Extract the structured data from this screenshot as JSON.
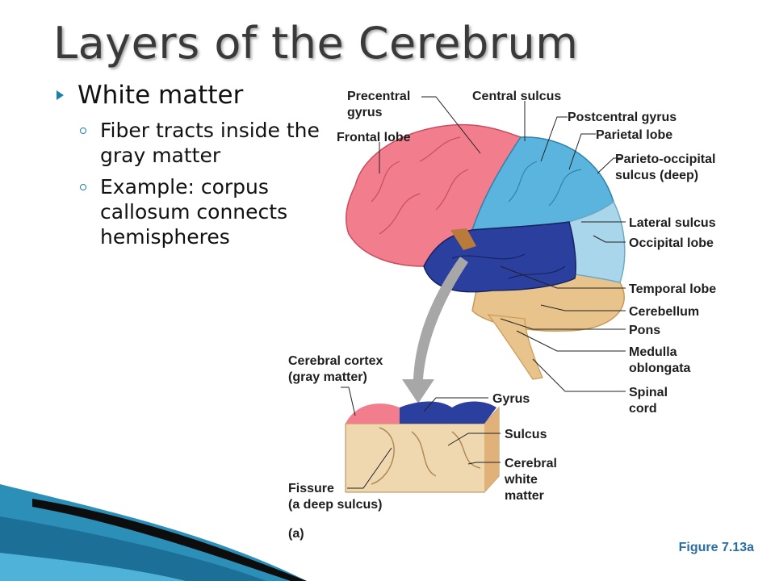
{
  "slide": {
    "title": "Layers of the Cerebrum",
    "bullet": "White matter",
    "sub_bullets": [
      "Fiber tracts inside the gray matter",
      "Example: corpus callosum connects hemispheres"
    ],
    "caption": "Figure 7.13a"
  },
  "figure": {
    "labels": {
      "precentral_gyrus": [
        "Precentral",
        "gyrus"
      ],
      "frontal_lobe": "Frontal lobe",
      "central_sulcus": "Central sulcus",
      "postcentral_gyrus": "Postcentral gyrus",
      "parietal_lobe": "Parietal lobe",
      "parieto_occipital": [
        "Parieto-occipital",
        "sulcus (deep)"
      ],
      "lateral_sulcus": "Lateral sulcus",
      "occipital_lobe": "Occipital lobe",
      "temporal_lobe": "Temporal lobe",
      "cerebellum": "Cerebellum",
      "pons": "Pons",
      "medulla": [
        "Medulla",
        "oblongata"
      ],
      "spinal_cord": [
        "Spinal",
        "cord"
      ],
      "cerebral_cortex": [
        "Cerebral cortex",
        "(gray matter)"
      ],
      "gyrus": "Gyrus",
      "sulcus": "Sulcus",
      "white_matter": [
        "Cerebral",
        "white",
        "matter"
      ],
      "fissure": [
        "Fissure",
        "(a deep sulcus)"
      ],
      "panel": "(a)"
    },
    "colors": {
      "frontal": "#f27d8c",
      "parietal": "#5ab4dd",
      "occipital": "#a9d6ea",
      "temporal": "#2b3f9e",
      "cerebellum": "#e8c38c",
      "white_matter": "#efd8b0"
    }
  },
  "theme": {
    "accent": "#1f7fa8",
    "caption_color": "#2a6ea6"
  }
}
